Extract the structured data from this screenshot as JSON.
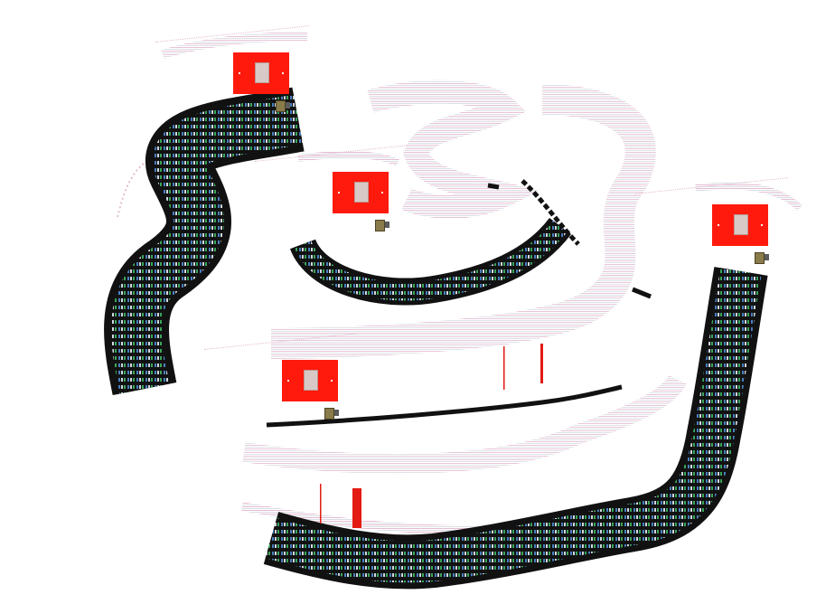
{
  "windows": [
    {
      "id": "window-1",
      "title": "",
      "caption": ""
    },
    {
      "id": "window-2",
      "title": "",
      "caption": ""
    },
    {
      "id": "window-3",
      "title": "",
      "caption": ""
    },
    {
      "id": "window-4",
      "title": "",
      "caption": ""
    }
  ],
  "colors": {
    "video_red": "#ff1a0d",
    "ribbon_dark": "#111111",
    "ribbon_blue": "#4a7fc1",
    "ribbon_green": "#3aa65a",
    "ghost_pink": "#e4bcd2",
    "ghost_gray": "#d9dde2",
    "accent_red": "#e31b12"
  },
  "icons": [
    "video-thumbnail-icon",
    "avatar-icon",
    "toolbar-icon"
  ]
}
